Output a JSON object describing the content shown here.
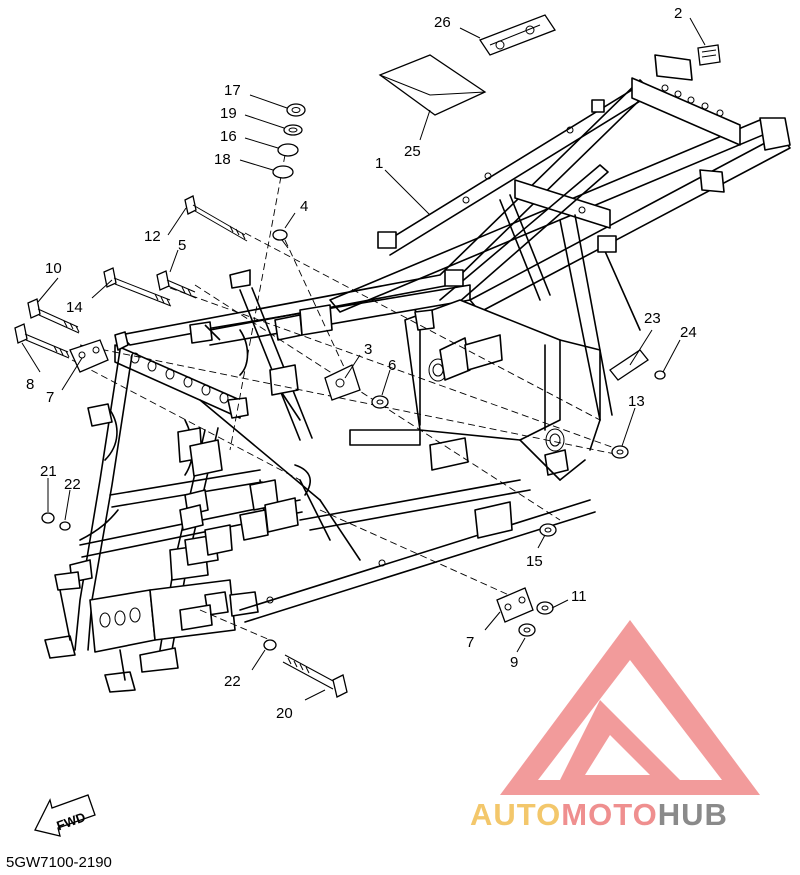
{
  "callouts": {
    "n1": "1",
    "n2": "2",
    "n3": "3",
    "n4": "4",
    "n5": "5",
    "n6": "6",
    "n7a": "7",
    "n7b": "7",
    "n8": "8",
    "n9": "9",
    "n10": "10",
    "n11": "11",
    "n12": "12",
    "n13": "13",
    "n14": "14",
    "n15": "15",
    "n16": "16",
    "n17": "17",
    "n18": "18",
    "n19": "19",
    "n20": "20",
    "n21": "21",
    "n22a": "22",
    "n22b": "22",
    "n23": "23",
    "n24": "24",
    "n25": "25",
    "n26": "26"
  },
  "fwd_label": "FWD",
  "diagram_code": "5GW7100-2190",
  "watermark": {
    "part1": "AUTO",
    "part2": "MOTO",
    "part3": "HUB",
    "colors": {
      "auto": "#f3c76b",
      "moto": "#ef8f8f",
      "hub": "#8a8a8a",
      "logo": "#f08a8a"
    }
  }
}
